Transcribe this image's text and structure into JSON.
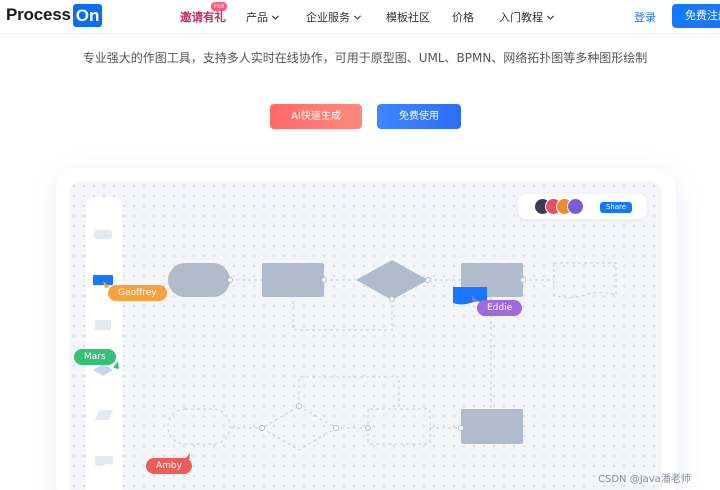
{
  "nav": {
    "logo_text": "Process",
    "logo_box": "On",
    "invite": "邀请有礼",
    "hot_badge": "Hot",
    "items": [
      {
        "label": "产品",
        "dropdown": true
      },
      {
        "label": "企业服务",
        "dropdown": true
      },
      {
        "label": "模板社区",
        "dropdown": false
      },
      {
        "label": "价格",
        "dropdown": false
      },
      {
        "label": "入门教程",
        "dropdown": true
      }
    ],
    "login": "登录",
    "signup": "免费注册"
  },
  "hero": {
    "subtitle": "专业强大的作图工具，支持多人实时在线协作，可用于原型图、UML、BPMN、网络拓扑图等多种图形绘制",
    "ai_button": "AI快速生成",
    "free_button": "免费使用"
  },
  "demo": {
    "share_label": "Share",
    "collaborators": [
      "Geoffrey",
      "Eddie",
      "Mars",
      "Amby"
    ],
    "colors": {
      "geoffrey": "#f7a23e",
      "eddie": "#9e6bd9",
      "mars": "#33c27a",
      "amby": "#eb5d5d",
      "shape_fill": "#b0bccb",
      "accent": "#1677ff"
    }
  },
  "watermark": "CSDN @Java潘老师"
}
